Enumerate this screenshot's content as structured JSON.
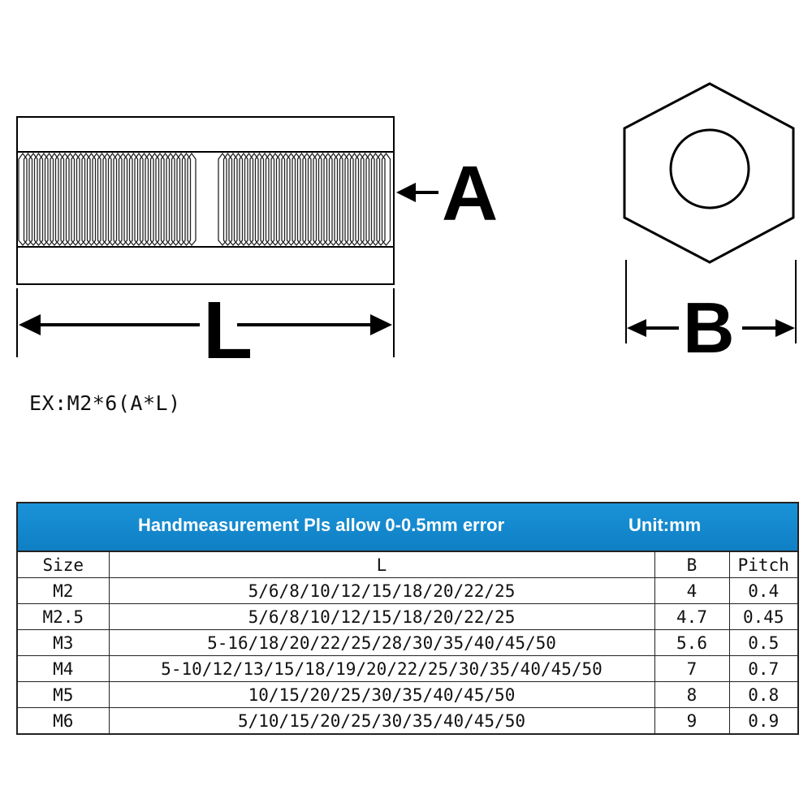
{
  "diagram": {
    "label_a": "A",
    "label_l": "L",
    "label_b": "B"
  },
  "example_note": "EX:M2*6(A*L)",
  "table": {
    "header_note": "Handmeasurement Pls allow 0-0.5mm error",
    "header_unit": "Unit:mm",
    "columns": [
      "Size",
      "L",
      "B",
      "Pitch"
    ],
    "rows": [
      [
        "M2",
        "5/6/8/10/12/15/18/20/22/25",
        "4",
        "0.4"
      ],
      [
        "M2.5",
        "5/6/8/10/12/15/18/20/22/25",
        "4.7",
        "0.45"
      ],
      [
        "M3",
        "5-16/18/20/22/25/28/30/35/40/45/50",
        "5.6",
        "0.5"
      ],
      [
        "M4",
        "5-10/12/13/15/18/19/20/22/25/30/35/40/45/50",
        "7",
        "0.7"
      ],
      [
        "M5",
        "10/15/20/25/30/35/40/45/50",
        "8",
        "0.8"
      ],
      [
        "M6",
        "5/10/15/20/25/30/35/40/45/50",
        "9",
        "0.9"
      ]
    ]
  }
}
